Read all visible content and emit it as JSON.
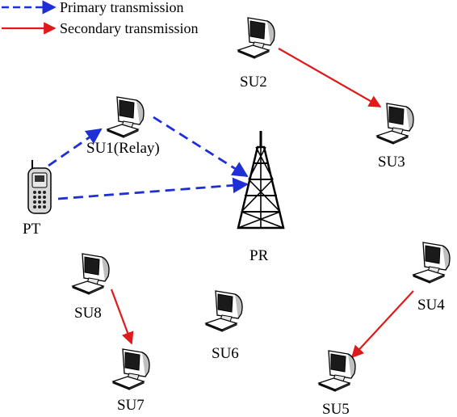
{
  "legend": {
    "primary_label": "Primary transmission",
    "secondary_label": "Secondary transmission"
  },
  "colors": {
    "primary": "#1f2fd6",
    "secondary": "#e01a1a",
    "outline": "#000000"
  },
  "nodes": {
    "pt": "PT",
    "pr": "PR",
    "su1": "SU1(Relay)",
    "su2": "SU2",
    "su3": "SU3",
    "su4": "SU4",
    "su5": "SU5",
    "su6": "SU6",
    "su7": "SU7",
    "su8": "SU8"
  },
  "links": [
    {
      "from": "PT",
      "to": "SU1(Relay)",
      "type": "primary"
    },
    {
      "from": "SU1(Relay)",
      "to": "PR",
      "type": "primary"
    },
    {
      "from": "PT",
      "to": "PR",
      "type": "primary"
    },
    {
      "from": "SU2",
      "to": "SU3",
      "type": "secondary"
    },
    {
      "from": "SU8",
      "to": "SU7",
      "type": "secondary"
    },
    {
      "from": "SU4",
      "to": "SU5",
      "type": "secondary"
    }
  ]
}
